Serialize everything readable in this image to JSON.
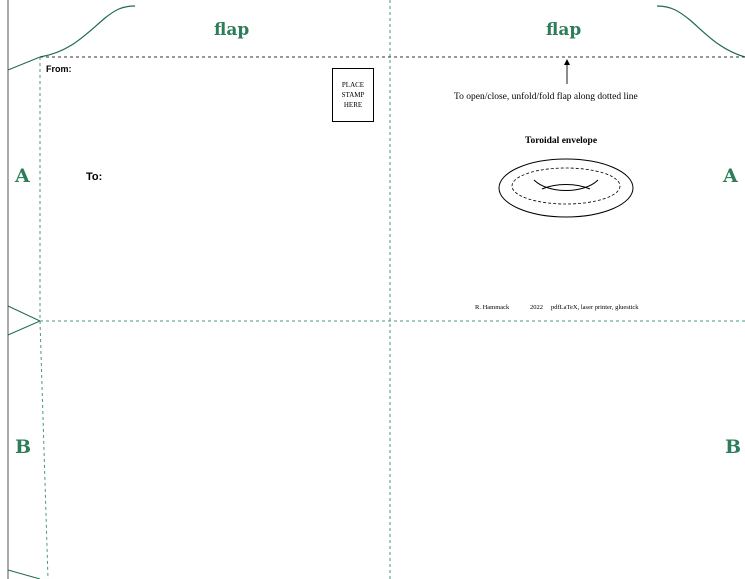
{
  "flaps": {
    "left": "flap",
    "right": "flap"
  },
  "side_labels": {
    "a_left": "A",
    "a_right": "A",
    "b_left": "B",
    "b_right": "B"
  },
  "front": {
    "from_label": "From:",
    "to_label": "To:"
  },
  "stamp": {
    "line1": "PLACE",
    "line2": "STAMP",
    "line3": "HERE"
  },
  "instructions": "To open/close, unfold/fold flap along dotted line",
  "title": "Toroidal envelope",
  "credit": {
    "author": "R. Hammack",
    "year": "2022",
    "tools": "pdfLaTeX, laser printer, gluestick"
  },
  "colors": {
    "accent": "#2e7d5a",
    "fold_line": "#4a9a7a",
    "cut_line": "#1f6b4a",
    "ink": "#000000"
  }
}
